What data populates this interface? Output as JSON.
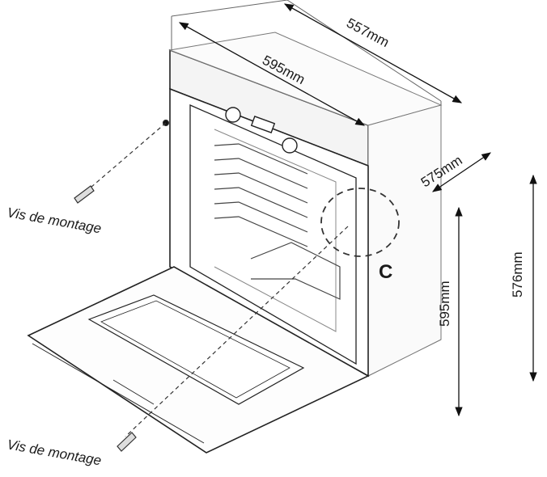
{
  "dimensions": {
    "depth_total": "557mm",
    "width_top": "595mm",
    "side_depth": "575mm",
    "height_front": "595mm",
    "height_back": "576mm"
  },
  "annotations": {
    "screw_top": "Vis de montage",
    "screw_bottom": "Vis de montage",
    "detail": "C"
  }
}
